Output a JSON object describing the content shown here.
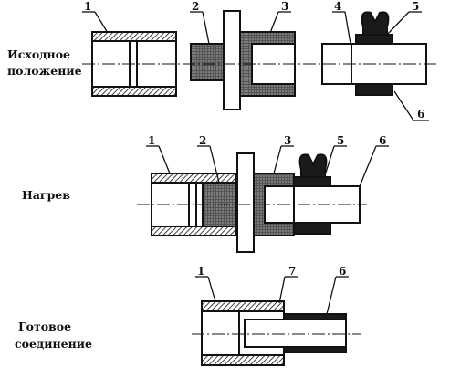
{
  "stages": [
    {
      "label_line1": "Исходное",
      "label_line2": "положение"
    },
    {
      "label_line1": "Нагрев",
      "label_line2": ""
    },
    {
      "label_line1": "Готовое",
      "label_line2": "соединение"
    }
  ],
  "callouts": {
    "s1": [
      "1",
      "2",
      "3",
      "4",
      "5",
      "6"
    ],
    "s2": [
      "1",
      "2",
      "3",
      "5",
      "6"
    ],
    "s3": [
      "1",
      "7",
      "6"
    ]
  }
}
